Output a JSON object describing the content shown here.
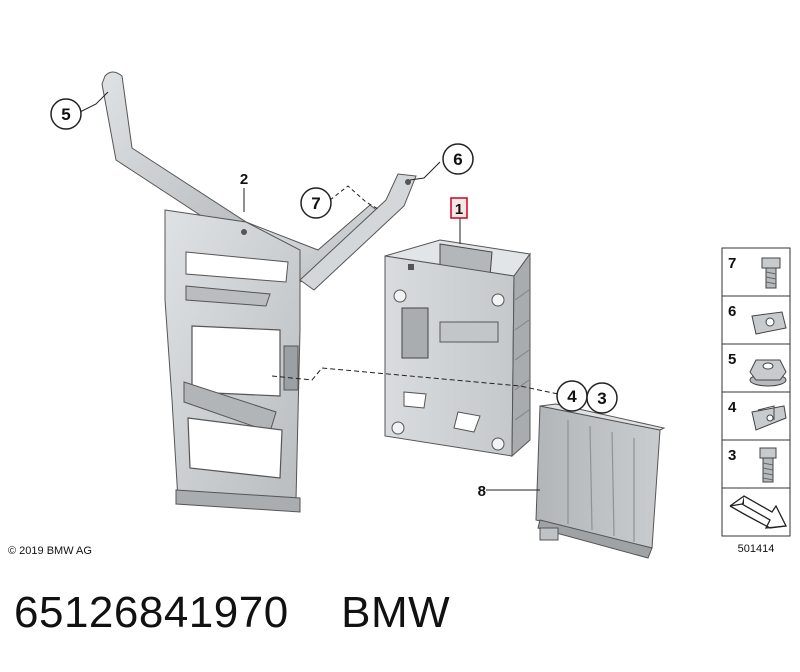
{
  "callouts": {
    "c1": "1",
    "c2": "2",
    "c3": "3",
    "c4": "4",
    "c5": "5",
    "c6": "6",
    "c7": "7",
    "c8": "8"
  },
  "legend": {
    "items": [
      {
        "number": "7",
        "icon": "hex-flange-bolt-icon"
      },
      {
        "number": "6",
        "icon": "spring-nut-clip-icon"
      },
      {
        "number": "5",
        "icon": "hex-flange-nut-icon"
      },
      {
        "number": "4",
        "icon": "clip-nut-icon"
      },
      {
        "number": "3",
        "icon": "hex-bolt-icon"
      },
      {
        "number": "",
        "icon": "direction-arrow-icon"
      }
    ]
  },
  "copyright": "© 2019 BMW AG",
  "diagram_id": "501414",
  "part_number": "65126841970",
  "brand": "BMW",
  "colors": {
    "part_fill": "#cfd2d4",
    "part_dark": "#9aa0a4",
    "highlight": "#d0021b",
    "line": "#222222"
  }
}
